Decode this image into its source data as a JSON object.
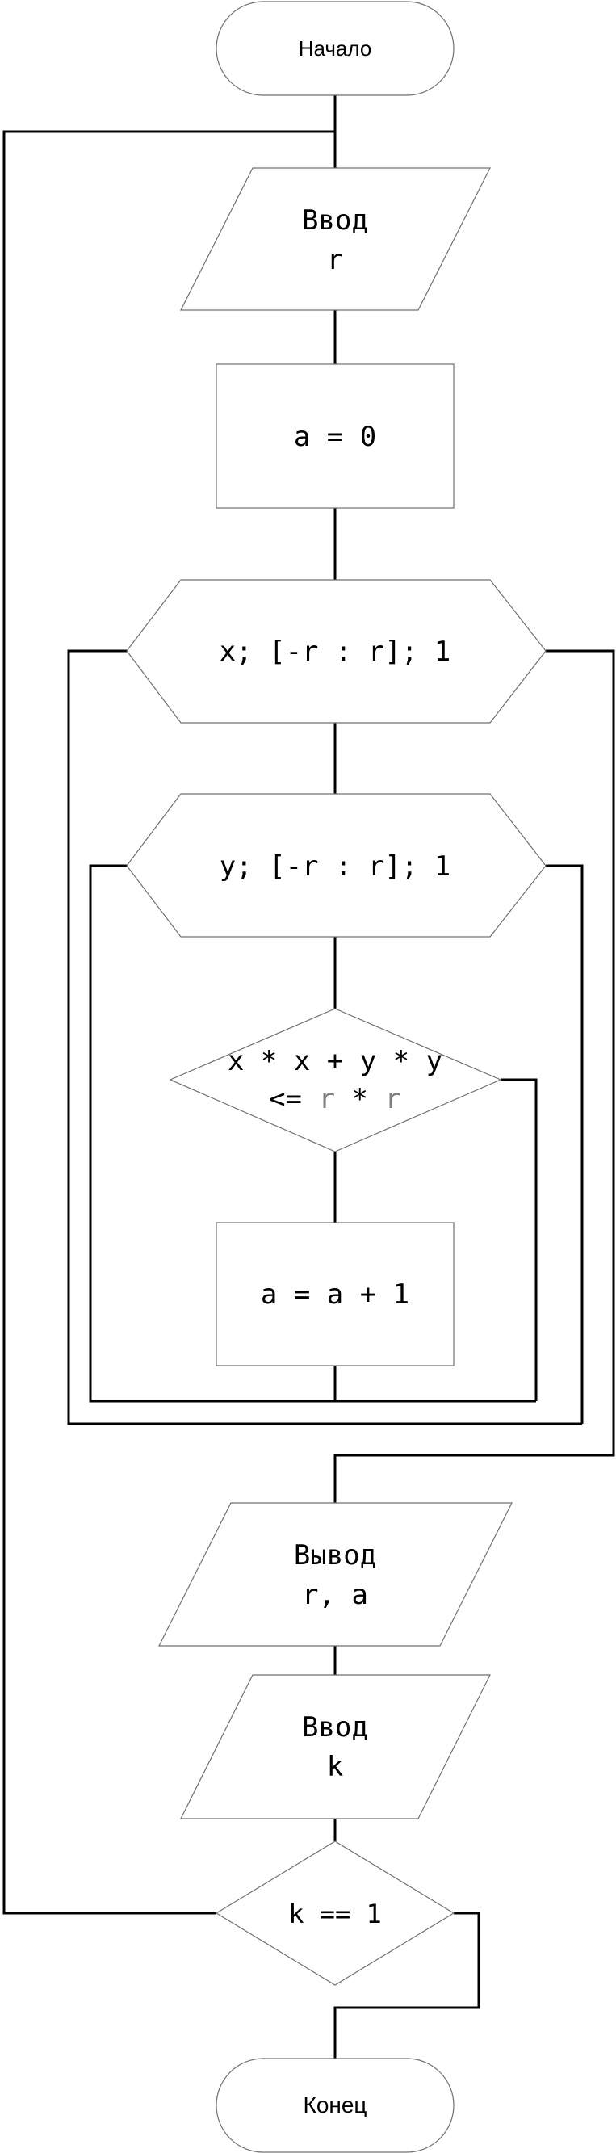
{
  "flowchart": {
    "start": "Начало",
    "input_r": {
      "keyword": "Ввод",
      "var": "r"
    },
    "assign_a0": "a = 0",
    "loop_x": "x; [-r : r]; 1",
    "loop_y": "y; [-r : r]; 1",
    "condition": {
      "line1": "x * x + y * y",
      "op": "<=",
      "r1": "r",
      "mul": "*",
      "r2": "r"
    },
    "increment": "a = a + 1",
    "output": {
      "keyword": "Вывод",
      "vars": "r, a"
    },
    "input_k": {
      "keyword": "Ввод",
      "var": "k"
    },
    "repeat_check": "k == 1",
    "end": "Конец"
  },
  "colors": {
    "line": "#000000",
    "shape_border": "#707070",
    "gray_text": "#7f7f7f",
    "background": "#ffffff"
  }
}
